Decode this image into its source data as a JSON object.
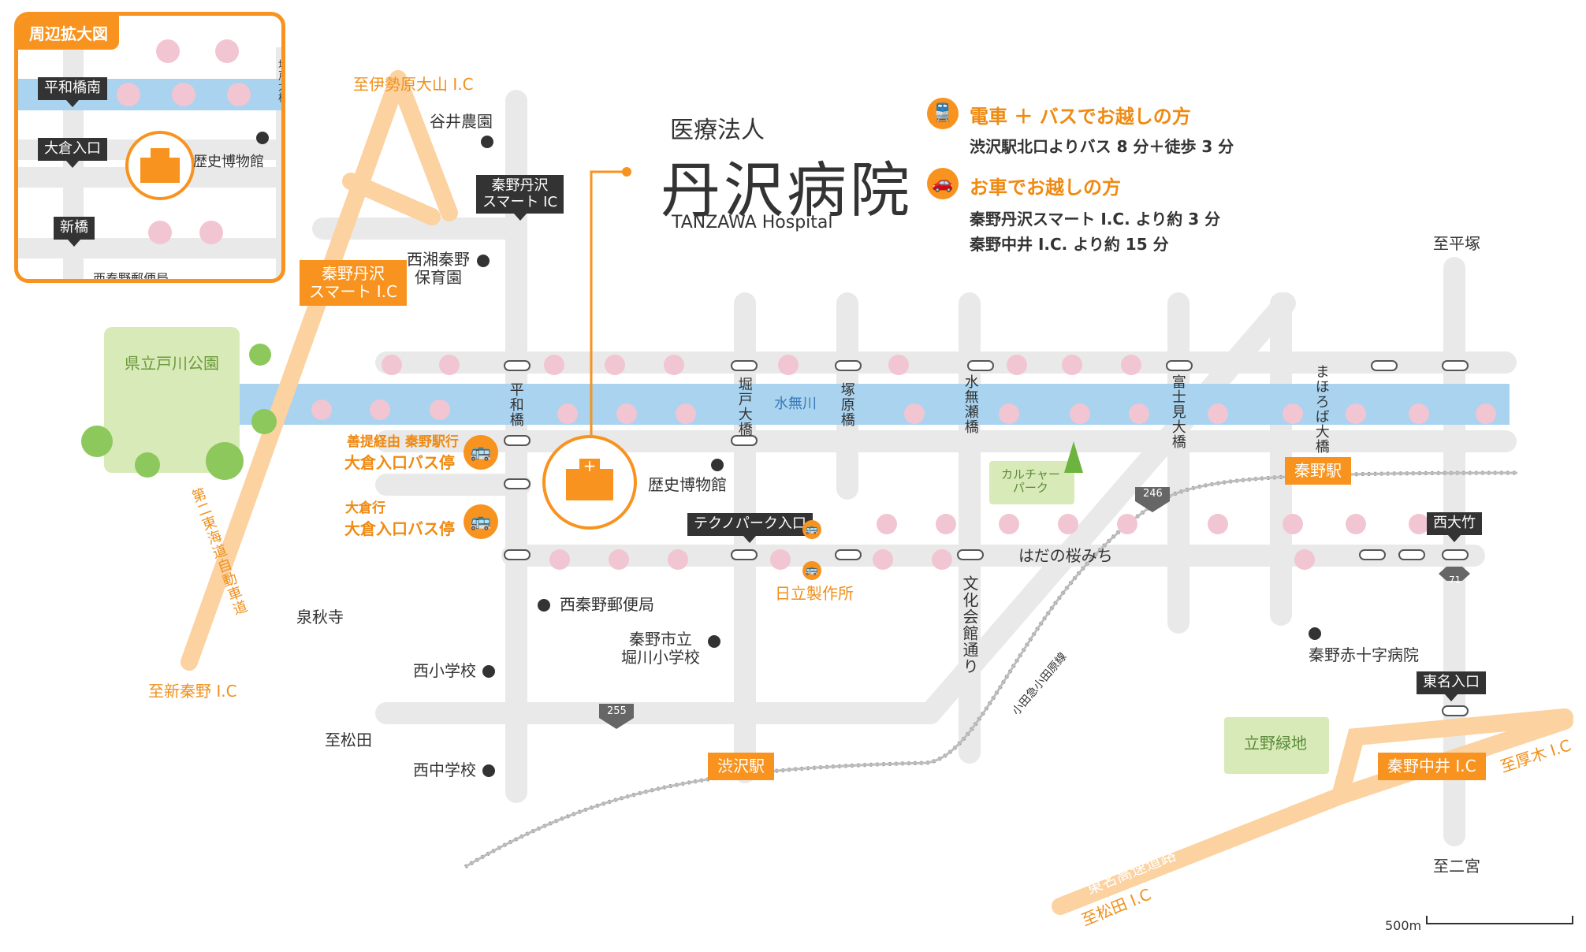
{
  "inset": {
    "title": "周辺拡大図",
    "tags": [
      "平和橋南",
      "大倉入口",
      "新橋"
    ],
    "museum": "歴史博物館",
    "post_office": "西秦野郵便局",
    "bridge": "堀戸大橋"
  },
  "hospital": {
    "corp": "医療法人",
    "name": "丹沢病院",
    "name_en": "TANZAWA Hospital"
  },
  "access": {
    "train_heading": "電車 ＋ バスでお越しの方",
    "train_detail": "渋沢駅北口よりバス 8 分＋徒歩 3 分",
    "car_heading": "お車でお越しの方",
    "car_detail_1": "秦野丹沢スマート I.C. より約 3 分",
    "car_detail_2": "秦野中井 I.C. より約 15 分"
  },
  "labels": {
    "to_isehara": "至伊勢原大山 I.C",
    "to_shinhadano": "至新秦野 I.C",
    "to_hiratsuka": "至平塚",
    "to_matsuda_w": "至松田",
    "to_ninomiya": "至二宮",
    "to_atsugi": "至厚木 I.C",
    "to_matsuda_ic": "至松田 I.C",
    "farm": "谷井農園",
    "nursery": "西湘秦野\n保育園",
    "park": "県立戸川公園",
    "river": "水無川",
    "museum": "歴史博物館",
    "techno": "テクノパーク入口",
    "hitachi": "日立製作所",
    "sakura_road": "はだの桜みち",
    "post": "西秦野郵便局",
    "temple": "泉秋寺",
    "horikawa": "秦野市立\n堀川小学校",
    "nishi_sho": "西小学校",
    "nishi_chu": "西中学校",
    "culture_park": "カルチャー\nパーク",
    "red_cross": "秦野赤十字病院",
    "tateno": "立野緑地",
    "odakyu": "小田急小田原線",
    "expressway": "東名高速道路",
    "second_tokai": "第二東海道自動車道",
    "bunka": "文化会館通り",
    "bus1_top": "善提経由  秦野駅行",
    "bus1_bottom": "大倉入口バス停",
    "bus2_top": "大倉行",
    "bus2_bottom": "大倉入口バス停",
    "route_246": "246",
    "route_255": "255",
    "route_71": "71",
    "scale": "500m"
  },
  "bridges": [
    "平和橋",
    "堀戸大橋",
    "塚原橋",
    "水無瀬橋",
    "富士見大橋",
    "まほろば大橋"
  ],
  "tags": {
    "smart_ic_tag": "秦野丹沢\nスマート IC",
    "nishi_otake": "西大竹",
    "tomei_iriguchi": "東名入口"
  },
  "stations": {
    "smart_ic": "秦野丹沢\nスマート I.C",
    "shibusawa": "渋沢駅",
    "hadano": "秦野駅",
    "nakai_ic": "秦野中井 I.C"
  },
  "colors": {
    "accent": "#f7931e",
    "river": "#a9d3ef",
    "road": "#e9e9e9",
    "park": "#d8eab8",
    "sakura": "#f2c5d2"
  }
}
